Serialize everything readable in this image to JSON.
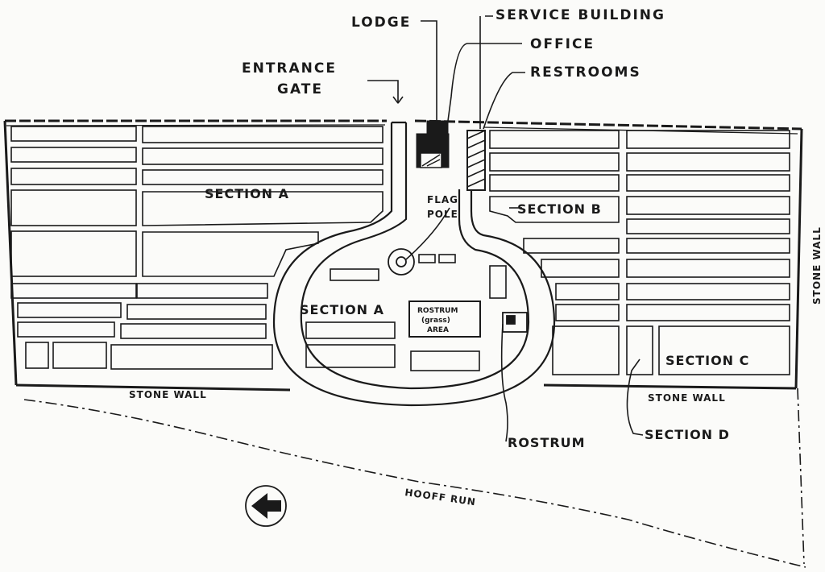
{
  "map": {
    "labels": {
      "lodge": "LODGE",
      "service_building": "SERVICE BUILDING",
      "office": "OFFICE",
      "restrooms": "RESTROOMS",
      "entrance_gate_line1": "ENTRANCE",
      "entrance_gate_line2": "GATE",
      "section_a_west": "SECTION A",
      "section_a_inner": "SECTION A",
      "section_b": "SECTION B",
      "section_c": "SECTION C",
      "section_d": "SECTION D",
      "flag_pole_line1": "FLAG",
      "flag_pole_line2": "POLE",
      "rostrum_area_line1": "ROSTRUM",
      "rostrum_area_line2": "(grass)",
      "rostrum_area_line3": "AREA",
      "rostrum": "ROSTRUM",
      "stone_wall_south": "STONE WALL",
      "stone_wall_southeast": "STONE WALL",
      "stone_wall_east": "STONE WALL",
      "hooff_run": "HOOFF RUN"
    },
    "north_arrow": "north-arrow-icon",
    "colors": {
      "ink": "#1a1a1a",
      "paper": "#fbfbf9"
    }
  }
}
